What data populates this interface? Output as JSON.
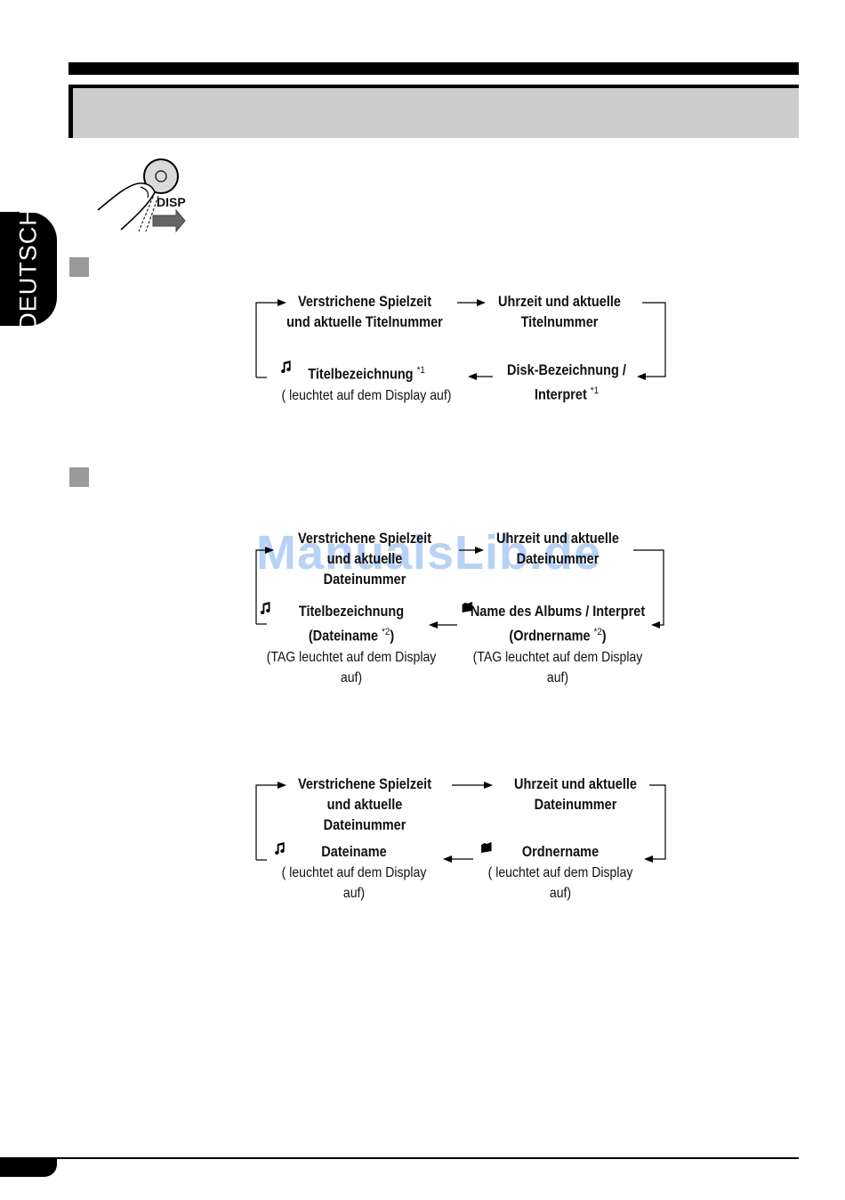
{
  "side_tab": {
    "label": "DEUTSCH"
  },
  "button": {
    "label": "DISP"
  },
  "watermark": "ManualsLib.de",
  "diagrams": [
    {
      "top_left": {
        "line1": "Verstrichene Spielzeit",
        "line2": "und aktuelle Titelnummer"
      },
      "top_right": {
        "line1": "Uhrzeit und aktuelle",
        "line2": "Titelnummer"
      },
      "bottom_right": {
        "line1": "Disk-Bezeichnung /",
        "line2": "Interpret",
        "mark": "*1"
      },
      "bottom_left": {
        "line1": "Titelbezeichnung",
        "mark": "*1",
        "open": "(",
        "note": "leuchtet auf dem Display auf)"
      }
    },
    {
      "top_left": {
        "line1": "Verstrichene Spielzeit",
        "line2": "und aktuelle Dateinummer"
      },
      "top_right": {
        "line1": "Uhrzeit und aktuelle",
        "line2": "Dateinummer"
      },
      "bottom_right": {
        "line1": "Name des Albums / Interpret",
        "line2": "(Ordnername",
        "mark": "*2",
        "close": ")",
        "note_prefix": "(TAG",
        "note": "leuchtet auf dem Display auf)"
      },
      "bottom_left": {
        "line1": "Titelbezeichnung",
        "line2": "(Dateiname",
        "mark": "*2",
        "close": ")",
        "note_prefix": "(TAG",
        "note": "leuchtet auf dem Display auf)"
      }
    },
    {
      "top_left": {
        "line1": "Verstrichene Spielzeit",
        "line2": "und aktuelle Dateinummer"
      },
      "top_right": {
        "line1": "Uhrzeit und aktuelle",
        "line2": "Dateinummer"
      },
      "bottom_right": {
        "line1": "Ordnername",
        "open": "(",
        "note": "leuchtet auf dem Display auf)"
      },
      "bottom_left": {
        "line1": "Dateiname",
        "open": "(",
        "note": "leuchtet auf dem Display auf)"
      }
    }
  ]
}
